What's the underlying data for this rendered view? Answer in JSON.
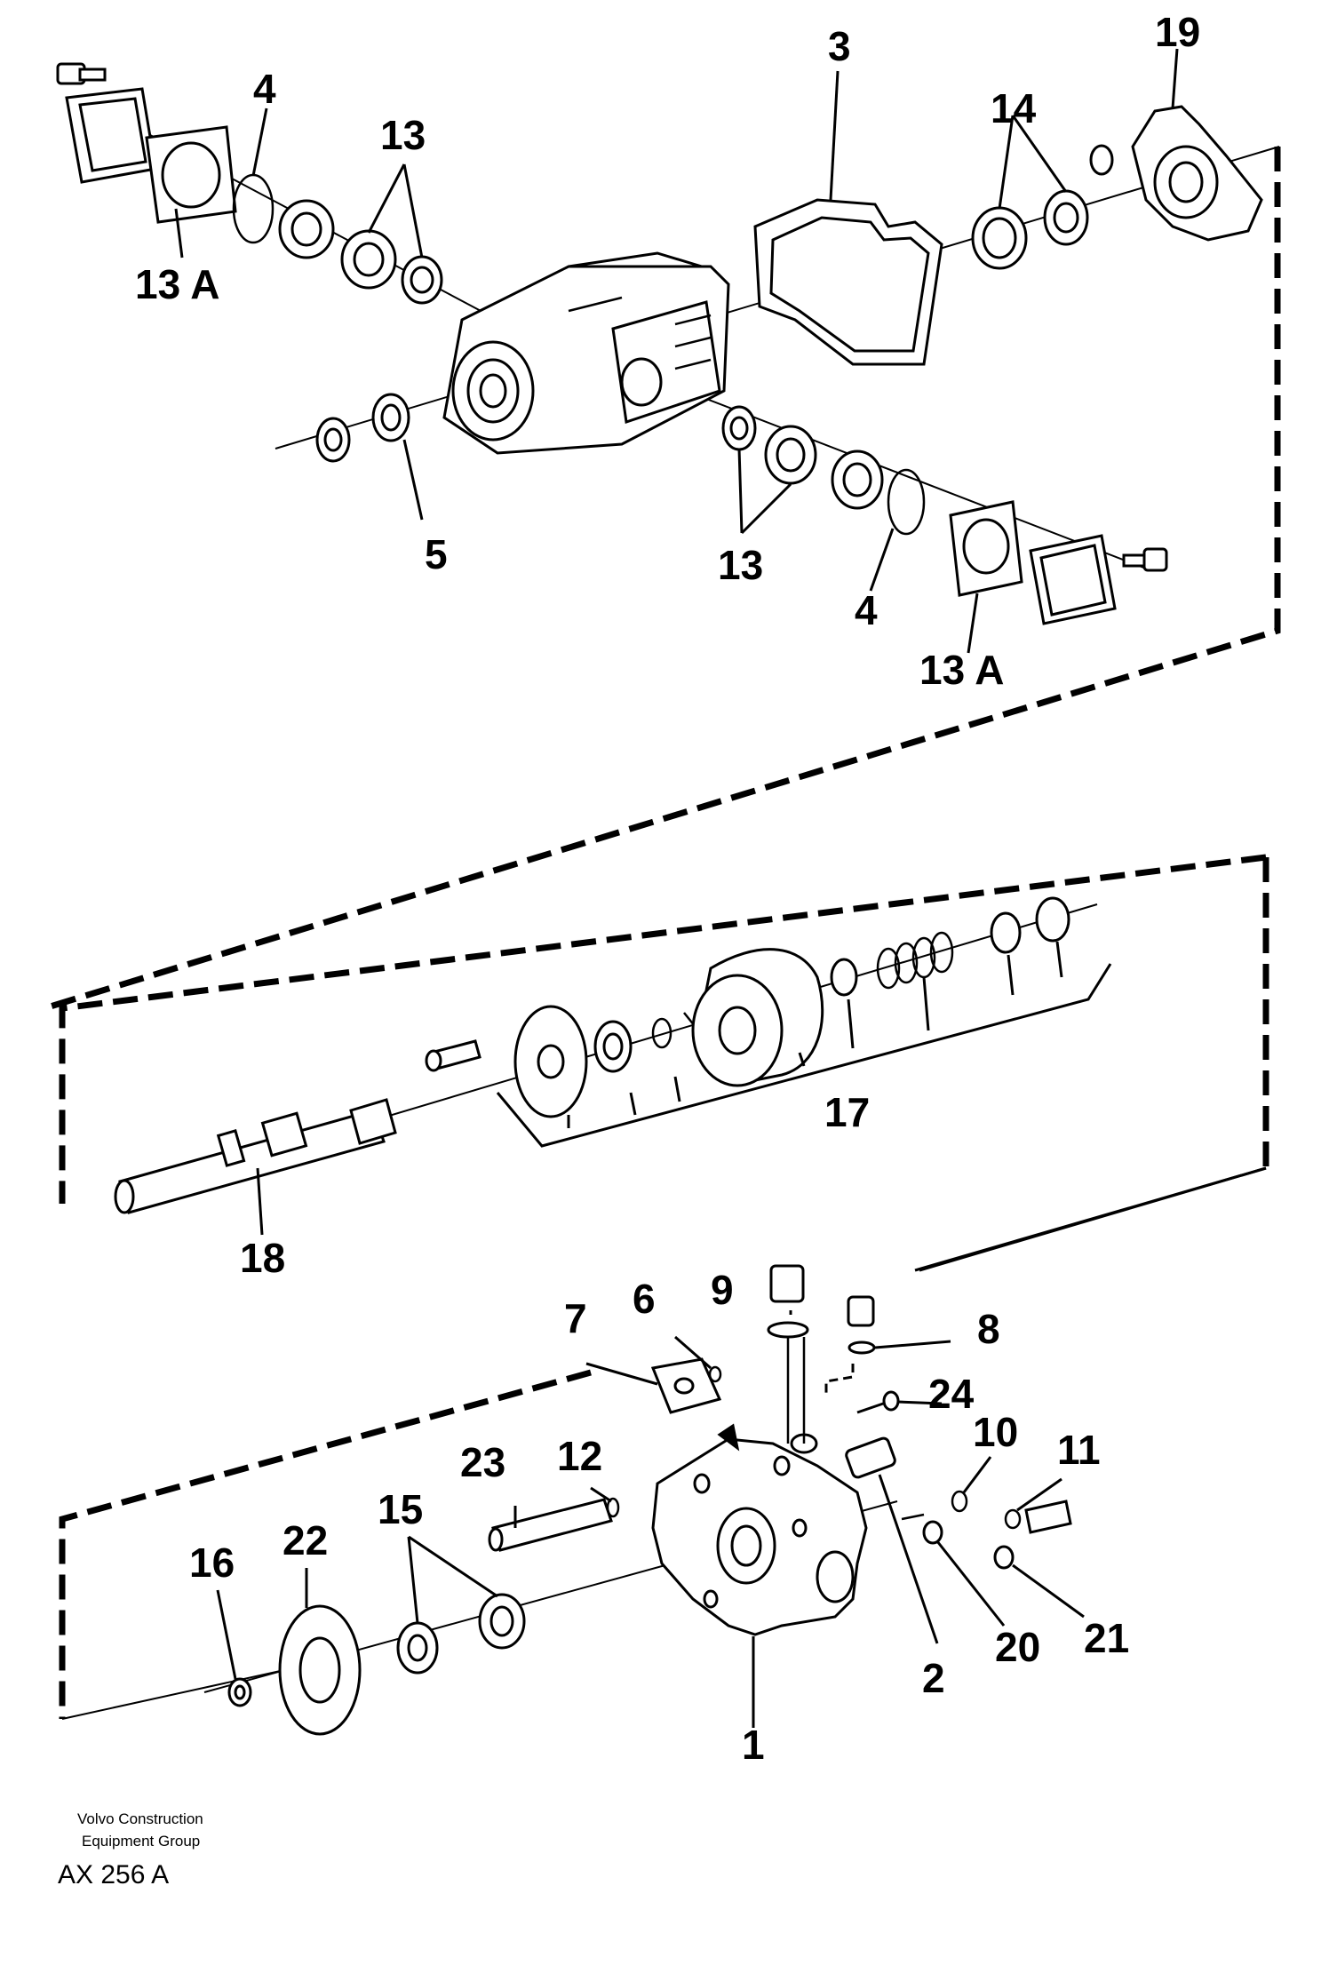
{
  "callouts": {
    "c19": "19",
    "c3": "3",
    "c14": "14",
    "c4_top": "4",
    "c13_top": "13",
    "c13a_top": "13 A",
    "c5": "5",
    "c13_mid": "13",
    "c4_mid": "4",
    "c13a_mid": "13 A",
    "c17": "17",
    "c18": "18",
    "c9": "9",
    "c6": "6",
    "c7": "7",
    "c8": "8",
    "c24": "24",
    "c10": "10",
    "c11": "11",
    "c23": "23",
    "c12": "12",
    "c15": "15",
    "c22": "22",
    "c16": "16",
    "c2": "2",
    "c20": "20",
    "c21": "21",
    "c1": "1"
  },
  "footer": {
    "company_line1": "Volvo Construction",
    "company_line2": "Equipment Group",
    "drawing_ref": "AX 256 A"
  }
}
